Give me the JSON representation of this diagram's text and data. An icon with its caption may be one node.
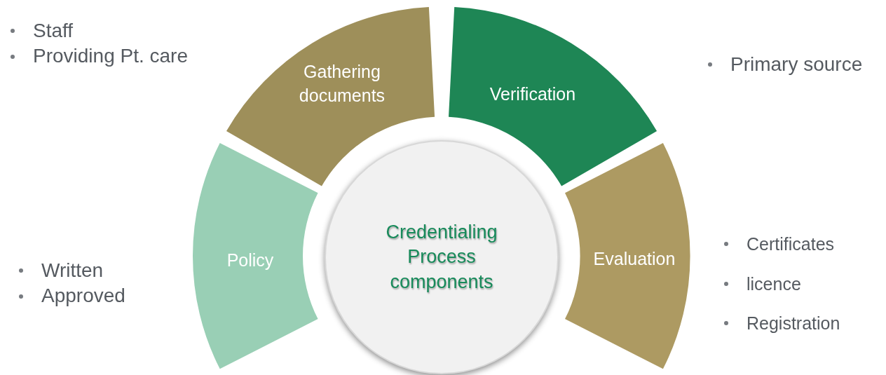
{
  "diagram": {
    "nodes": [
      {
        "text": [
          "Policy"
        ],
        "beside": [
          "Written",
          "Approved"
        ]
      },
      {
        "text": [
          "Gathering documents"
        ],
        "beside": [
          "Staff",
          "Providing Pt. care"
        ]
      },
      {
        "text": [
          "Verification"
        ],
        "beside": [
          "Primary source"
        ]
      },
      {
        "text": [
          "Evaluation"
        ],
        "beside": [
          "Certificates",
          "licence",
          "Registration"
        ]
      },
      {
        "text": [
          "Credentialing Process components"
        ]
      }
    ]
  }
}
